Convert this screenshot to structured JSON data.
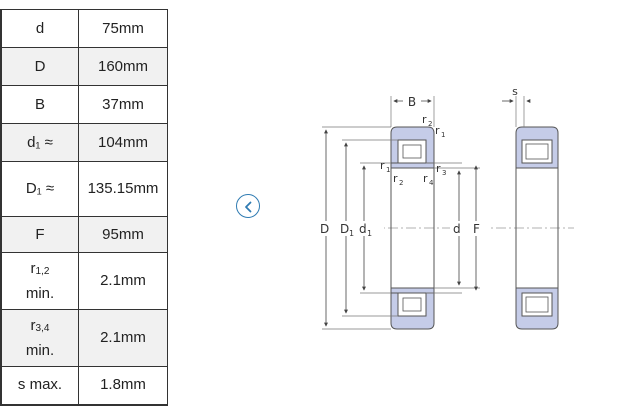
{
  "spec_table": {
    "rows": [
      {
        "label": "d",
        "value": "75mm"
      },
      {
        "label": "D",
        "value": "160mm"
      },
      {
        "label": "B",
        "value": "37mm"
      },
      {
        "label": "d₁ ≈",
        "value": "104mm"
      },
      {
        "label": "D₁ ≈",
        "value": "135.15mm"
      },
      {
        "label": "F",
        "value": "95mm"
      },
      {
        "label_main": "r",
        "label_sub": "1,2",
        "label_line2": "min.",
        "value": "2.1mm"
      },
      {
        "label_main": "r",
        "label_sub": "3,4",
        "label_line2": "min.",
        "value": "2.1mm"
      },
      {
        "label": "s max.",
        "value": "1.8mm"
      }
    ]
  },
  "nav": {
    "prev_icon": "chevron-left-icon"
  },
  "diagram": {
    "labels": {
      "B": "B",
      "s": "s",
      "D": "D",
      "D1": "D",
      "d1": "d",
      "d": "d",
      "F": "F",
      "r1": "r",
      "r2": "r",
      "r3": "r",
      "r4": "r",
      "sub1": "1",
      "sub2": "2",
      "sub3": "3",
      "sub4": "4"
    },
    "colors": {
      "ring": "#c5cce8",
      "stroke": "#555555",
      "line": "#666666"
    }
  }
}
